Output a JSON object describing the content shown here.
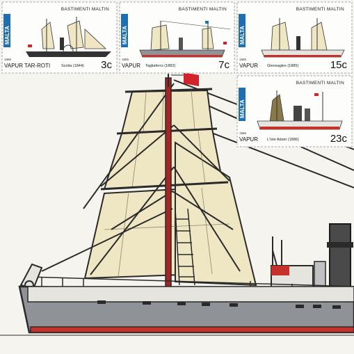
{
  "stamp_header": "BASTIMENTI MALTIN",
  "country": "MALTA",
  "year": "1985",
  "stamps": [
    {
      "type": "VAPUR TAR-ROTI",
      "ship": "Scotia (1844)",
      "value": "3c"
    },
    {
      "type": "VAPUR",
      "ship": "Tagliaferro (1882)",
      "value": "7c"
    },
    {
      "type": "VAPUR",
      "ship": "Gleneagles (1885)",
      "value": "15c"
    },
    {
      "type": "VAPUR",
      "ship": "L'Isle Adam (1886)",
      "value": "23c"
    }
  ],
  "colors": {
    "sail": "#efe6c4",
    "hull": "#8f9296",
    "waterline": "#c6322b",
    "rigging": "#2a2a2a",
    "country_band": "#1f6fb0",
    "flag": "#d0232b"
  }
}
